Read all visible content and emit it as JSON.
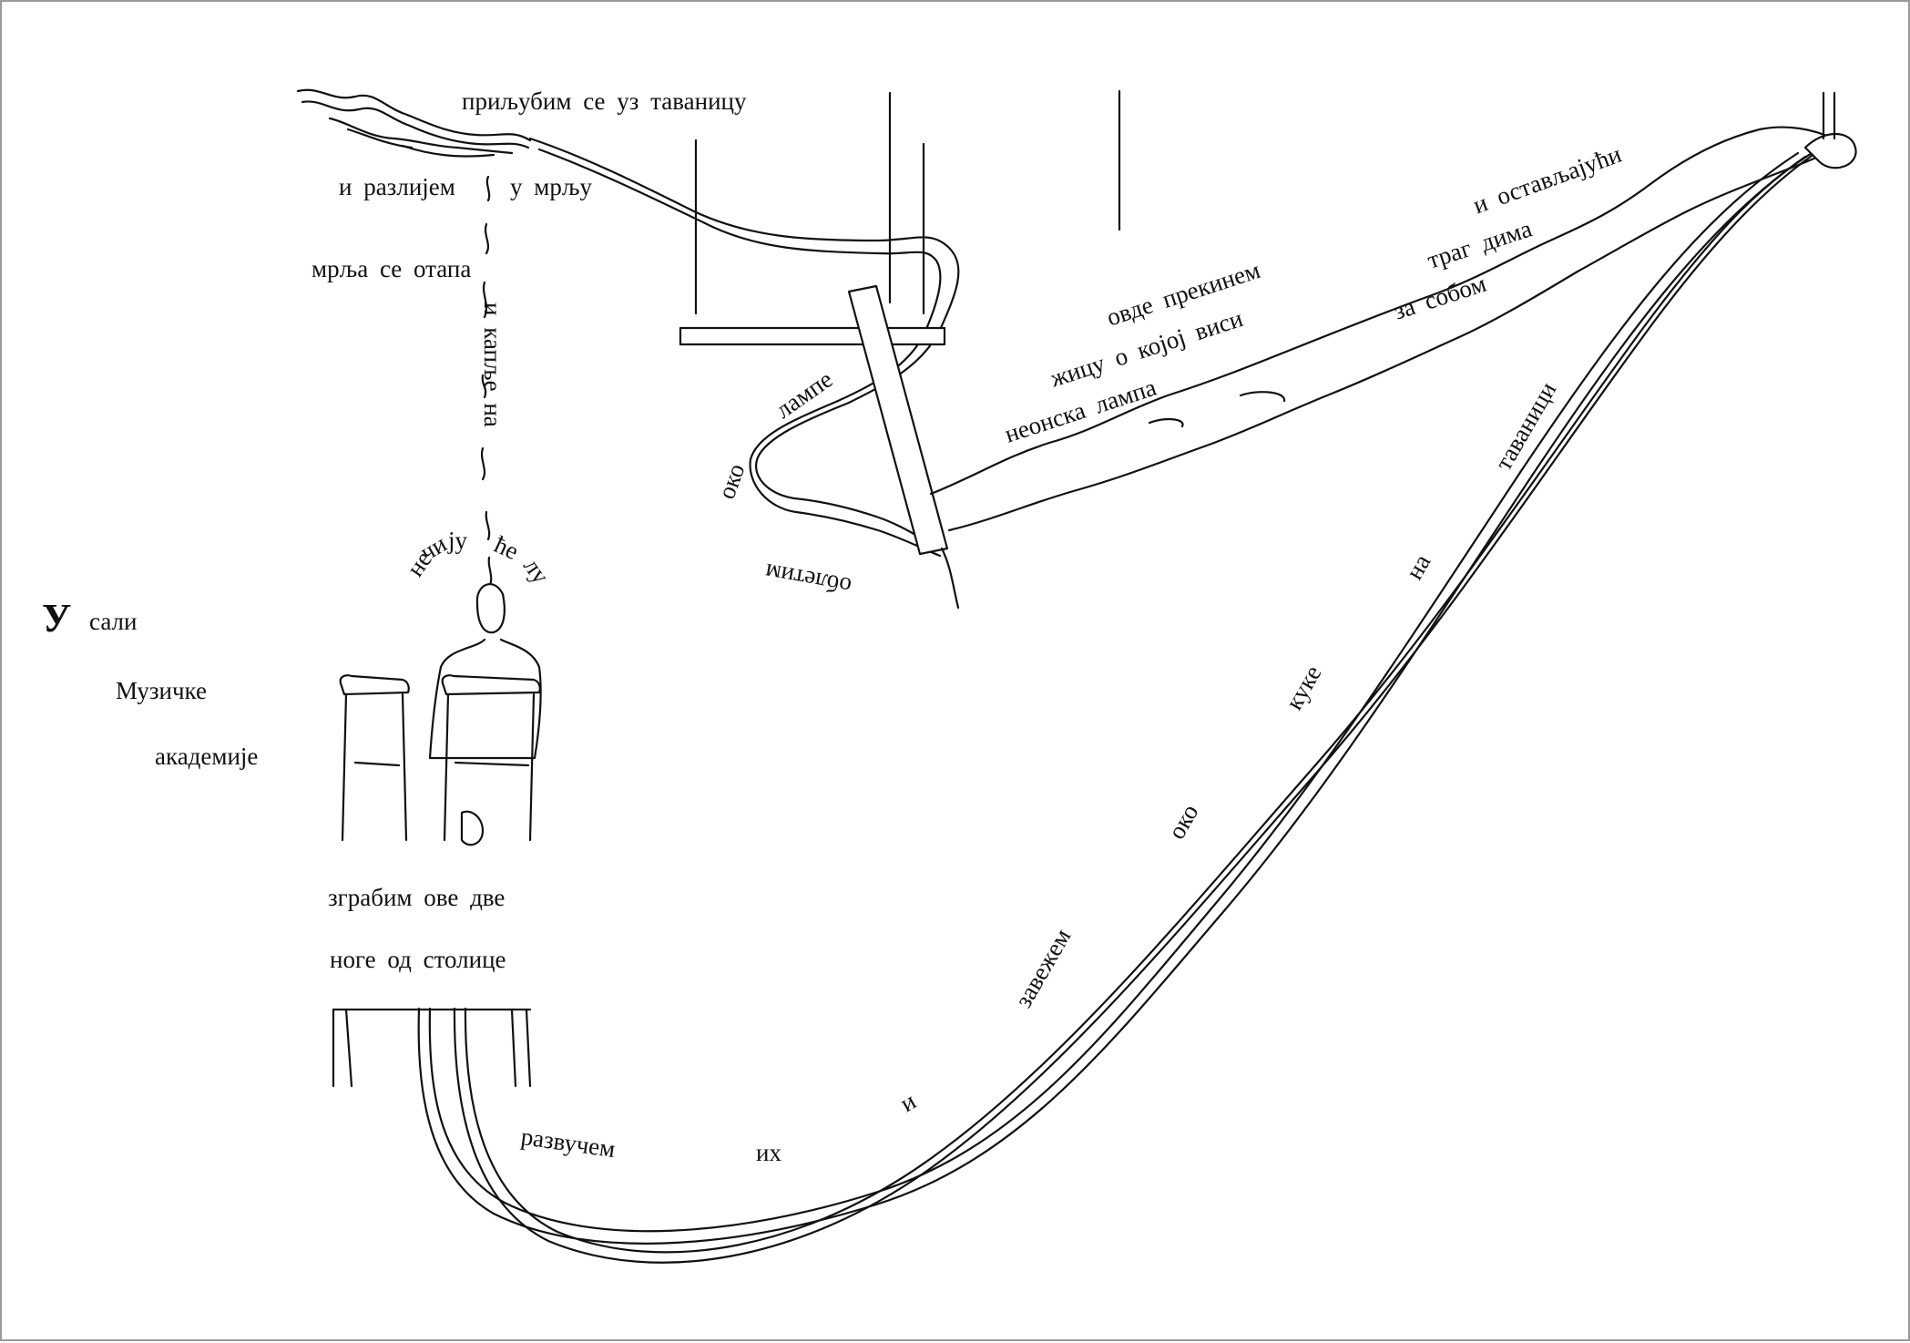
{
  "lines": {
    "ceiling": "приљубим се уз таваницу",
    "spill": "и разлијем",
    "spill_into": "у мрљу",
    "melts": "мрља се отапа",
    "drips": "и капље на",
    "arc_syllables": [
      "не",
      "чи",
      "ју",
      "ће",
      "лу"
    ],
    "hall_u": "У",
    "hall_rest": "сали",
    "music": "Музичке",
    "academy": "академије",
    "grab": "зграбим ове две",
    "legs": "ноге од столице",
    "stretch": "развучем",
    "them": "их",
    "and": "и",
    "tie": "завежем",
    "around1": "око",
    "hooks": "куке",
    "on": "на",
    "ceiling2": "таваници",
    "lamp": "лампе",
    "around2": "око",
    "fly": "облетим",
    "interrupt": "овде прекинем",
    "wire": "жицу о којој виси",
    "neon": "неонска лампа",
    "leaving": "и остављајући",
    "trail": "траг дима",
    "behind": "за собом"
  },
  "colors": {
    "ink": "#111111",
    "paper": "#ffffff",
    "border": "#9a9a9a"
  }
}
